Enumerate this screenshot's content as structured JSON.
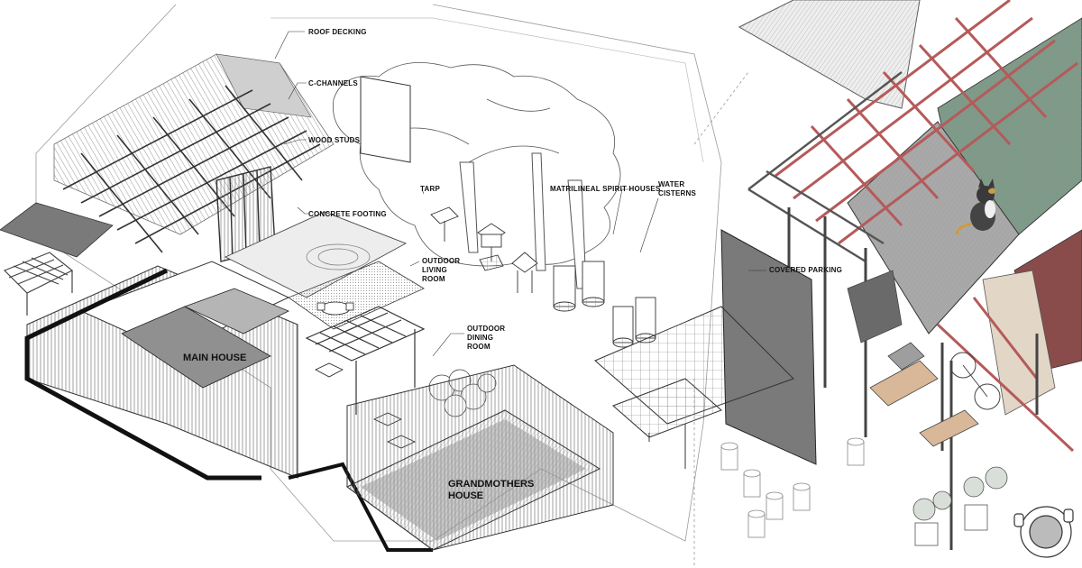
{
  "labels": {
    "roof_decking": "ROOF DECKING",
    "c_channels": "C-CHANNELS",
    "wood_studs": "WOOD STUDS",
    "concrete_footing": "CONCRETE FOOTING",
    "tarp": "TARP",
    "matrilineal_spirit_houses": "MATRILINEAL SPIRIT HOUSES",
    "water_cisterns_1": "WATER",
    "water_cisterns_2": "CISTERNS",
    "outdoor_living_room_1": "OUTDOOR",
    "outdoor_living_room_2": "LIVING",
    "outdoor_living_room_3": "ROOM",
    "outdoor_dining_room_1": "OUTDOOR",
    "outdoor_dining_room_2": "DINING",
    "outdoor_dining_room_3": "ROOM",
    "main_house": "MAIN HOUSE",
    "grandmothers_house_1": "GRANDMOTHERS",
    "grandmothers_house_2": "HOUSE",
    "covered_parking": "COVERED PARKING"
  },
  "colors": {
    "ink": "#111111",
    "line": "#555555",
    "light_line": "#9a9a9a",
    "gray_fill": "#8f8f8f",
    "dark_fill": "#6a6a6a",
    "light_fill": "#d6d6d6",
    "red_rafter": "#b55a5a",
    "green_roof": "#7f9a88",
    "maroon_panel": "#8a4b4b",
    "wood_panel": "#d8b898",
    "beige_panel": "#e2d6c6"
  },
  "icons": {
    "tree": "tree-icon",
    "cat": "cat-icon",
    "chair": "chair-icon"
  }
}
